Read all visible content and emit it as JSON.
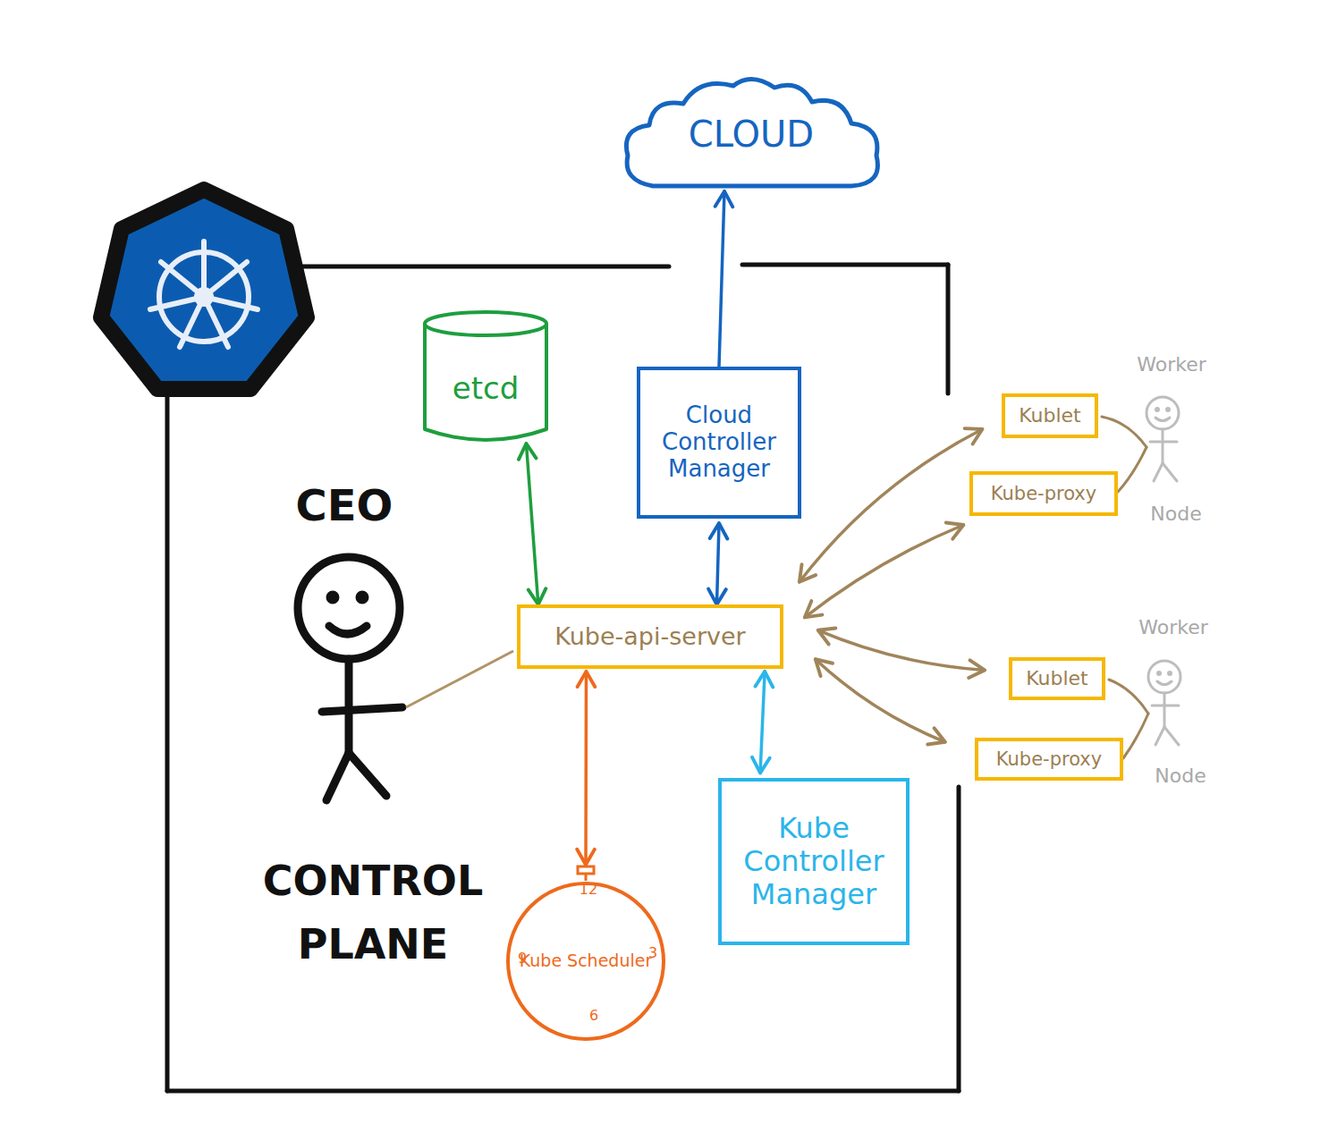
{
  "diagram": {
    "nodes": [
      {
        "text": [
          "CONTROL PLANE"
        ]
      },
      {
        "text": [
          "CLOUD"
        ]
      },
      {
        "text": [
          "etcd"
        ],
        "in": 0
      },
      {
        "text": [
          "Cloud Controller Manager"
        ],
        "in": 0
      },
      {
        "text": [
          "Kube-api-server"
        ],
        "in": 0
      },
      {
        "text": [
          "Kube Scheduler"
        ],
        "in": 0
      },
      {
        "text": [
          "Kube Controller Manager"
        ],
        "in": 0
      },
      {
        "text": [
          "Kublet"
        ]
      },
      {
        "text": [
          "Kube-proxy"
        ]
      },
      {
        "text": [
          "Kublet"
        ]
      },
      {
        "text": [
          "Kube-proxy"
        ]
      }
    ],
    "edges": [
      {
        "from": 4,
        "to": 2,
        "arrow": "both"
      },
      {
        "from": 3,
        "to": 1,
        "arrow": "to"
      },
      {
        "from": 4,
        "to": 3,
        "arrow": "both"
      },
      {
        "from": 4,
        "to": 5,
        "arrow": "both"
      },
      {
        "from": 4,
        "to": 6,
        "arrow": "both"
      },
      {
        "from": 4,
        "to": 7,
        "arrow": "both"
      },
      {
        "from": 4,
        "to": 8,
        "arrow": "both"
      },
      {
        "from": 4,
        "to": 9,
        "arrow": "both"
      },
      {
        "from": 4,
        "to": 10,
        "arrow": "both"
      }
    ],
    "labels": [
      "CEO",
      "12",
      "9",
      "3",
      "6",
      "Worker",
      "Node",
      "Worker",
      "Node"
    ]
  }
}
